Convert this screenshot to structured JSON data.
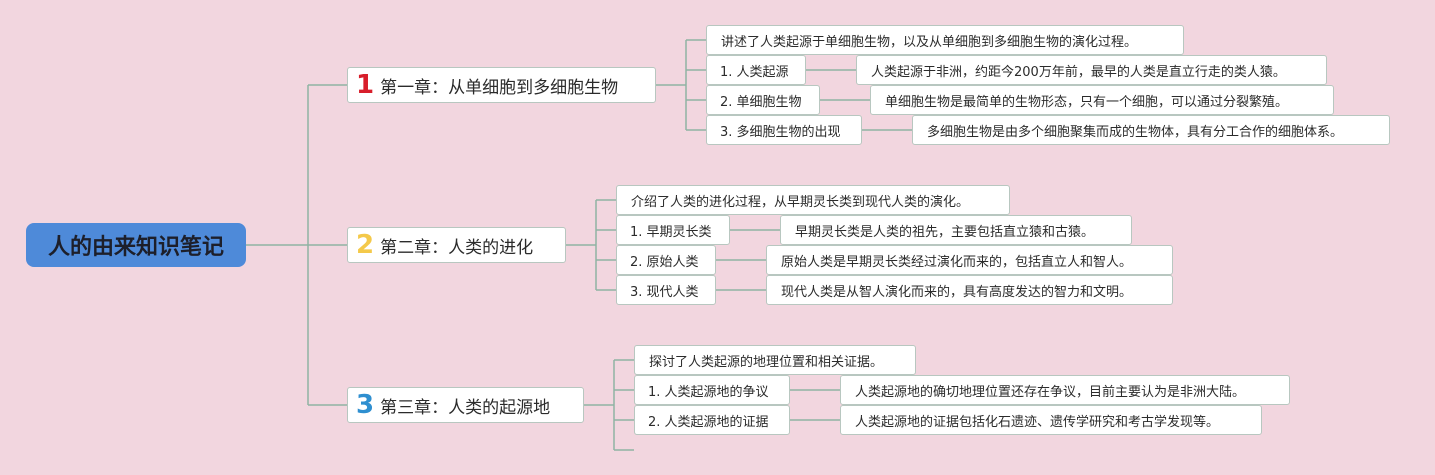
{
  "root": {
    "title": "人的由来知识笔记"
  },
  "chapters": [
    {
      "number": "1",
      "number_color": "#d81e2b",
      "title": "第一章：从单细胞到多细胞生物",
      "summary": "讲述了人类起源于单细胞生物，以及从单细胞到多细胞生物的演化过程。",
      "items": [
        {
          "label": "1. 人类起源",
          "detail": "人类起源于非洲，约距今200万年前，最早的人类是直立行走的类人猿。"
        },
        {
          "label": "2. 单细胞生物",
          "detail": "单细胞生物是最简单的生物形态，只有一个细胞，可以通过分裂繁殖。"
        },
        {
          "label": "3. 多细胞生物的出现",
          "detail": "多细胞生物是由多个细胞聚集而成的生物体，具有分工合作的细胞体系。"
        }
      ]
    },
    {
      "number": "2",
      "number_color": "#f4c94a",
      "title": "第二章：人类的进化",
      "summary": "介绍了人类的进化过程，从早期灵长类到现代人类的演化。",
      "items": [
        {
          "label": "1. 早期灵长类",
          "detail": "早期灵长类是人类的祖先，主要包括直立猿和古猿。"
        },
        {
          "label": "2. 原始人类",
          "detail": "原始人类是早期灵长类经过演化而来的，包括直立人和智人。"
        },
        {
          "label": "3. 现代人类",
          "detail": "现代人类是从智人演化而来的，具有高度发达的智力和文明。"
        }
      ]
    },
    {
      "number": "3",
      "number_color": "#2f8fd0",
      "title": "第三章：人类的起源地",
      "summary": "探讨了人类起源的地理位置和相关证据。",
      "items": [
        {
          "label": "1. 人类起源地的争议",
          "detail": "人类起源地的确切地理位置还存在争议，目前主要认为是非洲大陆。"
        },
        {
          "label": "2. 人类起源地的证据",
          "detail": "人类起源地的证据包括化石遗迹、遗传学研究和考古学发现等。"
        }
      ]
    }
  ]
}
